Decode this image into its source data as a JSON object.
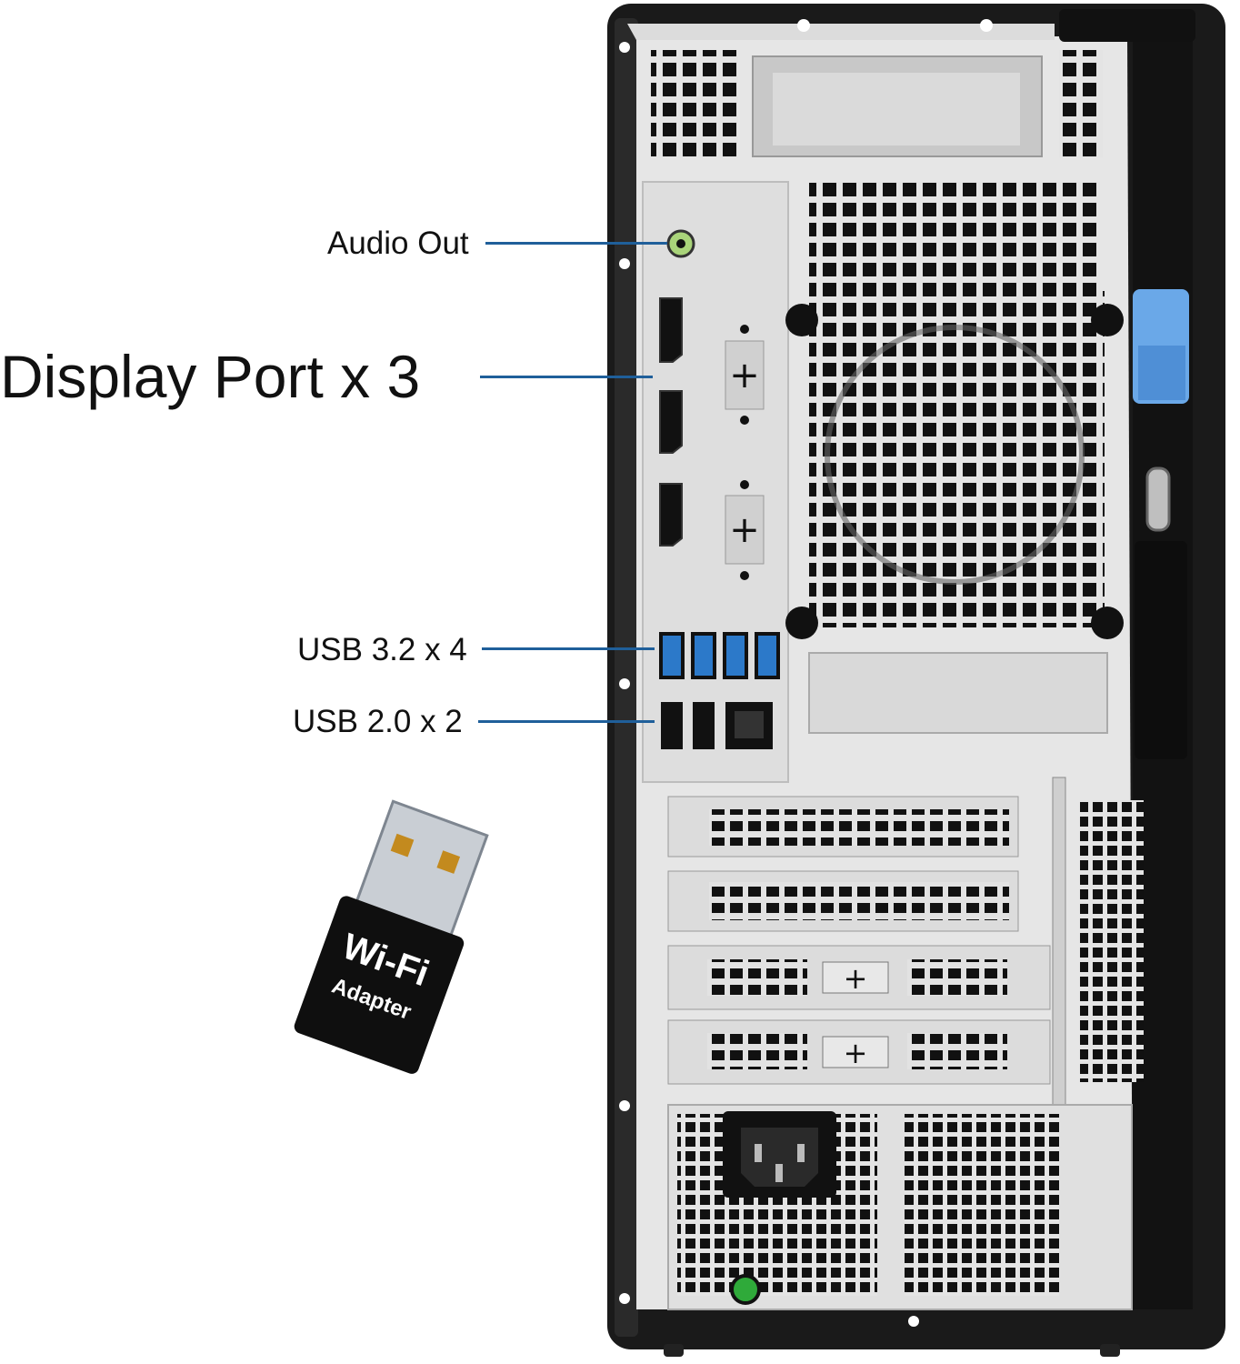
{
  "callouts": {
    "audio_out": "Audio Out",
    "display_port": "Display Port x 3",
    "usb32": "USB 3.2 x 4",
    "usb20": "USB 2.0 x 2"
  },
  "dongle": {
    "line1": "Wi-Fi",
    "line2": "Adapter"
  },
  "colors": {
    "leader_line": "#1f5f9a",
    "chassis": "#1a1a1a",
    "panel": "#e6e6e6",
    "usb3_blue": "#2c79c9",
    "latch_blue": "#6aa8e8",
    "audio_green": "#a9d47a"
  }
}
